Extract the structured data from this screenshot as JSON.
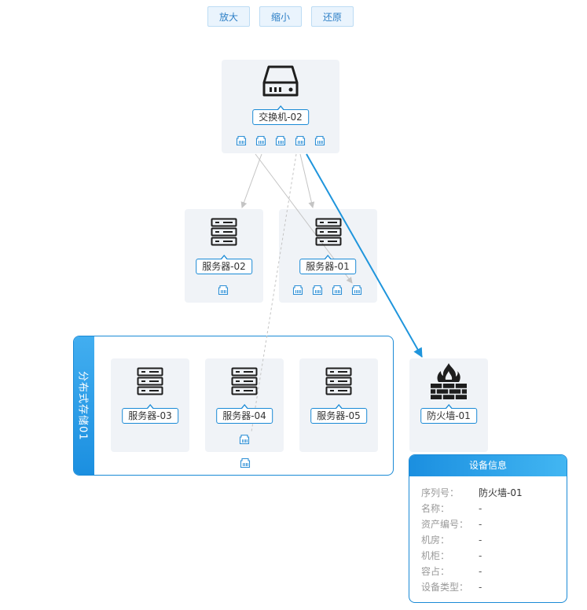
{
  "toolbar": {
    "zoom_in": "放大",
    "zoom_out": "缩小",
    "reset": "还原"
  },
  "nodes": {
    "switch02": {
      "label": "交换机-02",
      "icon": "switch-icon",
      "ports": 5
    },
    "server02": {
      "label": "服务器-02",
      "icon": "server-icon",
      "ports": 1
    },
    "server01": {
      "label": "服务器-01",
      "icon": "server-icon",
      "ports": 4
    },
    "server03": {
      "label": "服务器-03",
      "icon": "server-icon",
      "ports": 0
    },
    "server04": {
      "label": "服务器-04",
      "icon": "server-icon",
      "ports": 1
    },
    "server05": {
      "label": "服务器-05",
      "icon": "server-icon",
      "ports": 0
    },
    "firewall01": {
      "label": "防火墙-01",
      "icon": "firewall-icon",
      "ports": 0
    }
  },
  "group": {
    "title": "分布式存储01",
    "ports": 1
  },
  "info_panel": {
    "title": "设备信息",
    "rows": [
      {
        "key": "序列号：",
        "value": "防火墙-01"
      },
      {
        "key": "名称：",
        "value": "-"
      },
      {
        "key": "资产编号：",
        "value": "-"
      },
      {
        "key": "机房：",
        "value": "-"
      },
      {
        "key": "机柜：",
        "value": "-"
      },
      {
        "key": "容占：",
        "value": "-"
      },
      {
        "key": "设备类型：",
        "value": "-"
      }
    ]
  },
  "colors": {
    "accent": "#1a8ad6",
    "link_active": "#1f95dc",
    "link_normal": "#c4c4c4",
    "card_bg": "#f0f3f7"
  }
}
